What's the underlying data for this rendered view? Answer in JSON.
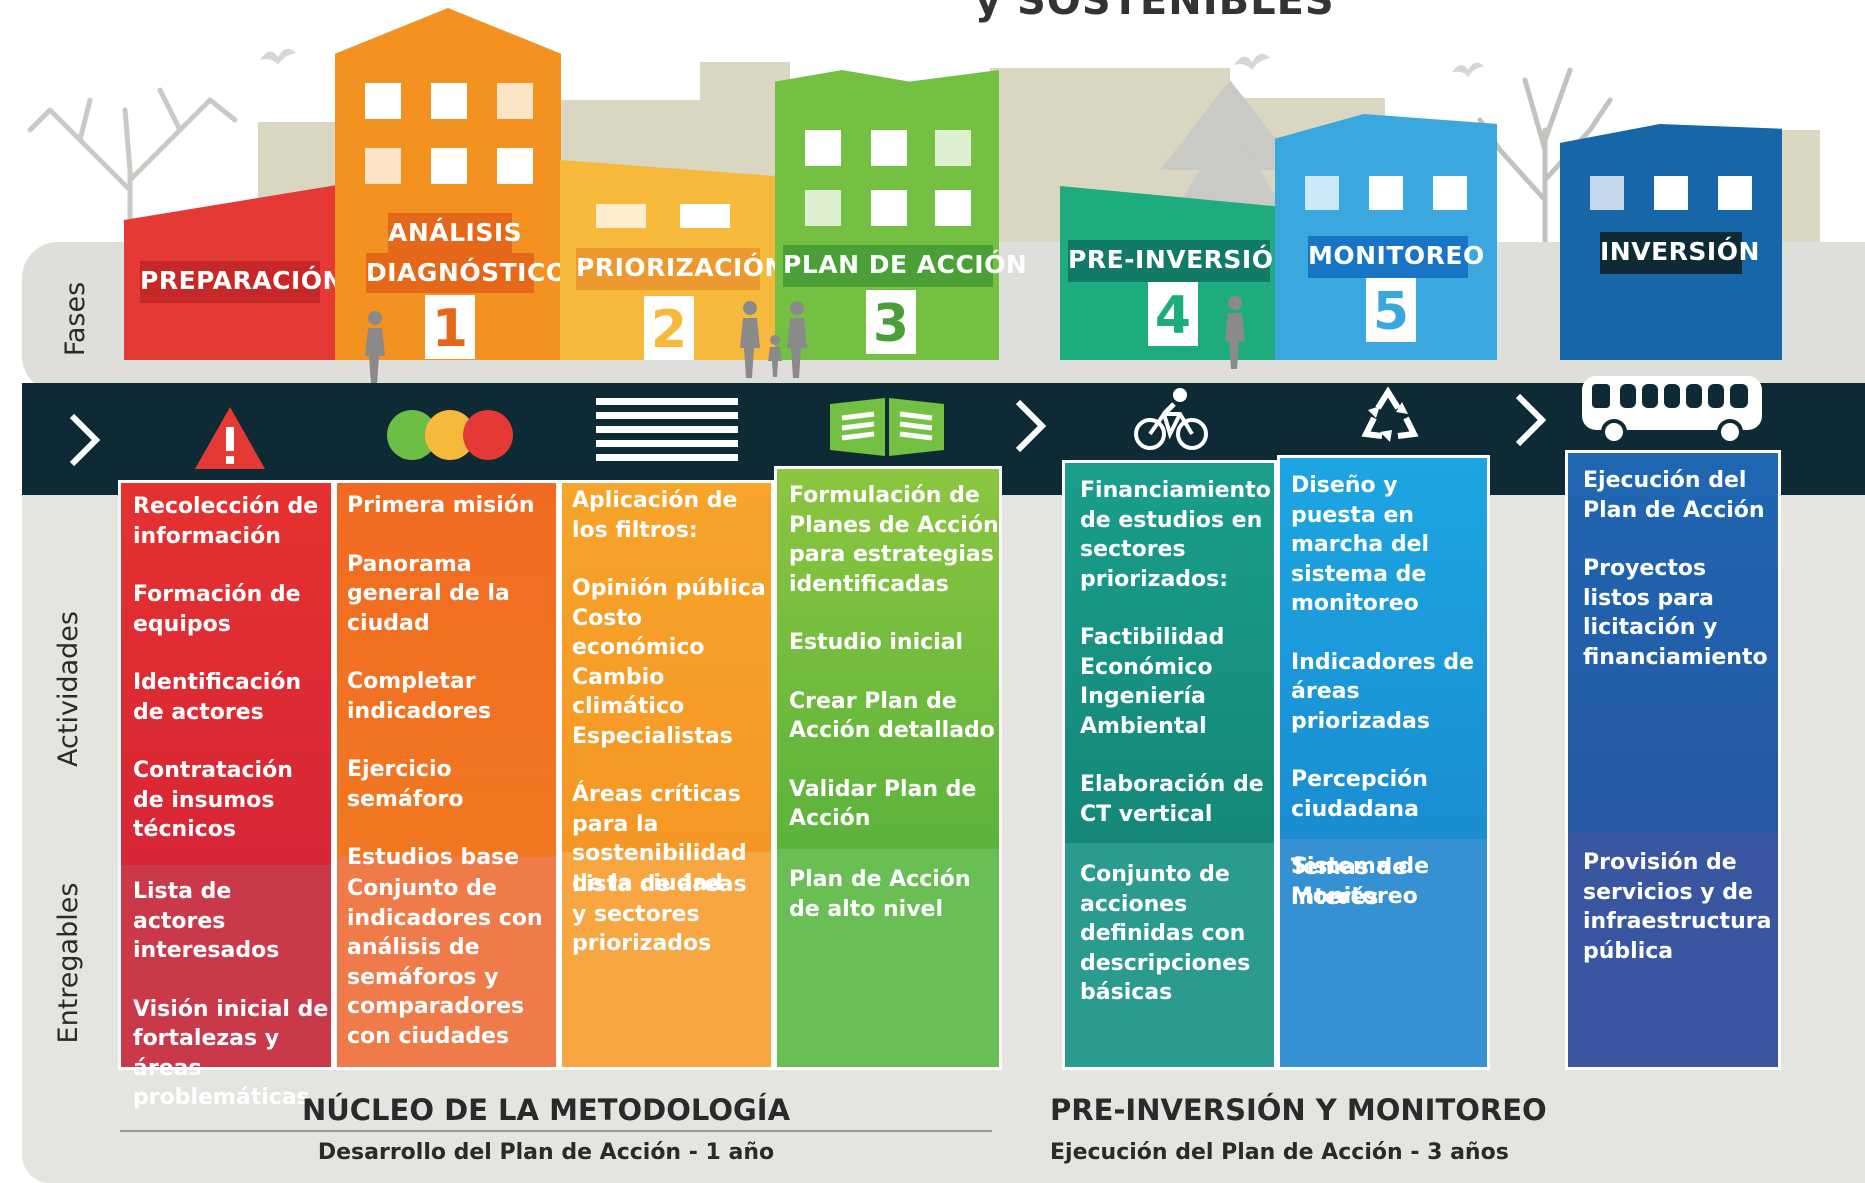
{
  "title_fragment": "y SOSTENIBLES",
  "side_labels": {
    "phases": "Fases",
    "activities": "Actividades",
    "deliverables": "Entregables"
  },
  "phases": [
    {
      "label": "PREPARACIÓN",
      "number": "",
      "color": "#e53935",
      "label_bg": "#c62828"
    },
    {
      "label_lines": [
        "ANÁLISIS",
        "DIAGNÓSTICO"
      ],
      "number": "1",
      "color": "#f39220",
      "label_bg": "#e5681a"
    },
    {
      "label": "PRIORIZACIÓN",
      "number": "2",
      "color": "#f6b93b",
      "label_bg": "#ec9a2f"
    },
    {
      "label": "PLAN DE ACCIÓN",
      "number": "3",
      "color": "#74c043",
      "label_bg": "#4aa037"
    },
    {
      "label": "PRE-INVERSIÓN",
      "number": "4",
      "color": "#1eab7e",
      "label_bg": "#127a67"
    },
    {
      "label": "MONITOREO",
      "number": "5",
      "color": "#3aa8df",
      "label_bg": "#1874c4"
    },
    {
      "label": "INVERSIÓN",
      "number": "",
      "color": "#1666a8",
      "label_bg": "#0e2a35"
    }
  ],
  "icons": [
    "chevron-right-icon",
    "warning-icon",
    "traffic-light-icon",
    "filter-lines-icon",
    "action-plan-book-icon",
    "chevron-right-icon",
    "bicycle-icon",
    "recycle-icon",
    "chevron-right-icon",
    "bus-icon"
  ],
  "columns": [
    {
      "activities": [
        "Recolección de información",
        "Formación de equipos",
        "Identificación de actores",
        "Contratación de insumos técnicos"
      ],
      "deliverables": [
        "Lista de actores interesados",
        "Visión inicial de fortalezas y áreas problemáticas"
      ]
    },
    {
      "activities": [
        "Primera misión",
        "Panorama general de la ciudad",
        "Completar indicadores",
        "Ejercicio semáforo",
        "Estudios base"
      ],
      "deliverables": [
        "Conjunto de indicadores con análisis de semáforos y comparadores con ciudades"
      ]
    },
    {
      "activities": [
        "Aplicación de los filtros:",
        "Opinión pública",
        "Costo económico",
        "Cambio climático",
        "Especialistas",
        "Áreas críticas para la sostenibilidad de la ciudad"
      ],
      "deliverables": [
        "Lista de áreas y sectores priorizados"
      ]
    },
    {
      "activities": [
        "Formulación de Planes de Acción para estrategias identificadas",
        "Estudio inicial",
        "Crear Plan de Acción detallado",
        "Validar Plan de Acción"
      ],
      "deliverables": [
        "Plan de Acción de alto nivel"
      ]
    },
    {
      "activities": [
        "Financiamiento de estudios en sectores priorizados:",
        "Factibilidad",
        "Económico",
        "Ingeniería",
        "Ambiental",
        "Elaboración de CT vertical"
      ],
      "deliverables": [
        "Conjunto de acciones definidas con descripciones básicas"
      ]
    },
    {
      "activities": [
        "Diseño y puesta en marcha del sistema de monitoreo",
        "Indicadores de áreas priorizadas",
        "Percepción ciudadana",
        "Temas de interés"
      ],
      "deliverables": [
        "Sistema de Monitoreo"
      ]
    },
    {
      "activities": [
        "Ejecución del Plan de Acción",
        "Proyectos listos para licitación y financiamiento"
      ],
      "deliverables": [
        "Provisión de servicios y de infraestructura pública"
      ]
    }
  ],
  "footer": {
    "core_title": "NÚCLEO DE LA METODOLOGÍA",
    "core_subtitle": "Desarrollo del Plan de Acción - 1 año",
    "preinv_title": "PRE-INVERSIÓN Y MONITOREO",
    "preinv_subtitle": "Ejecución del Plan de Acción - 3 años"
  }
}
